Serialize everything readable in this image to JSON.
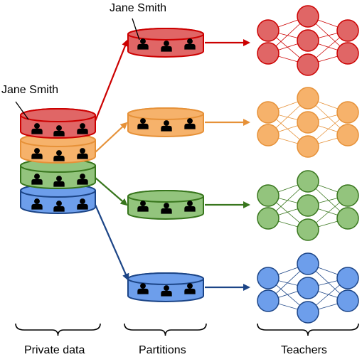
{
  "labels": {
    "jane_left": "Jane Smith",
    "jane_top": "Jane Smith",
    "private_data": "Private data",
    "partitions": "Partitions",
    "teachers": "Teachers"
  },
  "partitions": [
    {
      "name": "red",
      "fill": "#e06666",
      "stroke": "#cc0000"
    },
    {
      "name": "orange",
      "fill": "#f6b26b",
      "stroke": "#e69138"
    },
    {
      "name": "green",
      "fill": "#93c47d",
      "stroke": "#38761d"
    },
    {
      "name": "blue",
      "fill": "#6d9eeb",
      "stroke": "#1c4587"
    }
  ],
  "icons": {
    "person": "person-icon",
    "database": "database-cylinder-icon",
    "network": "neural-network-icon",
    "brace": "curly-brace-icon"
  }
}
